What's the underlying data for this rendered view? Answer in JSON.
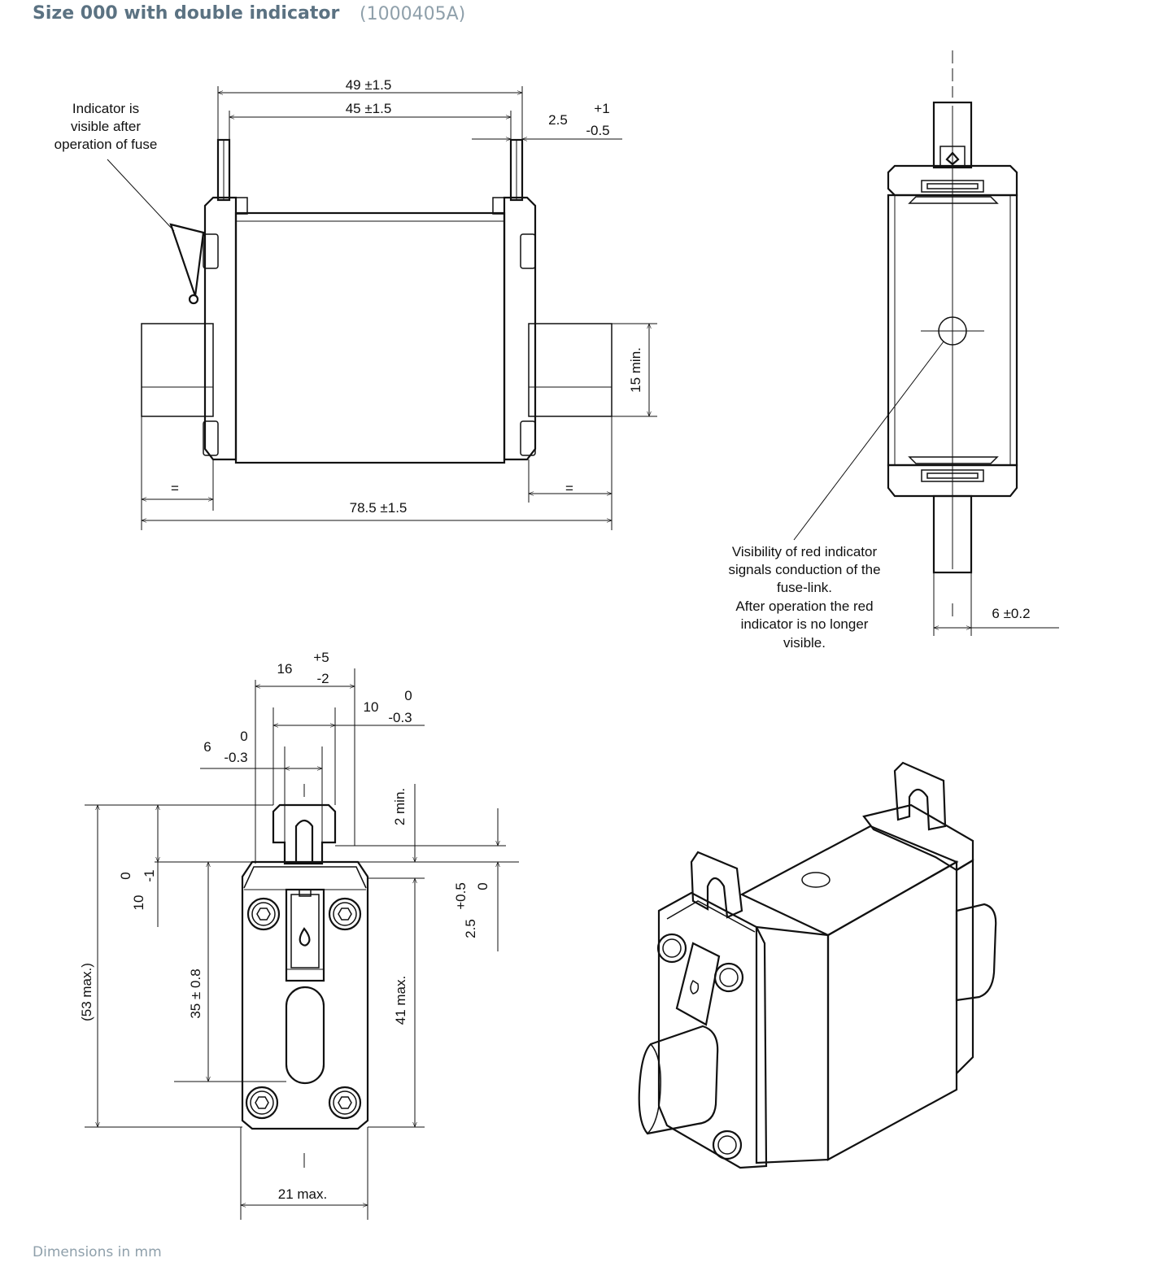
{
  "header": {
    "title": "Size 000 with double indicator",
    "code": "(1000405A)"
  },
  "footer": {
    "note": "Dimensions in mm"
  },
  "front_view": {
    "dim_overall_width": "49 ±1.5",
    "dim_inner_width": "45 ±1.5",
    "dim_tab": "2.5",
    "dim_tab_plus": "+1",
    "dim_tab_minus": "-0.5",
    "dim_blade_height": "15 min.",
    "dim_total_length": "78.5 ±1.5",
    "equal_left": "=",
    "equal_right": "=",
    "indicator_note": [
      "Indicator is",
      "visible after",
      "operation of fuse"
    ]
  },
  "top_view": {
    "dim_blade_thickness": "6 ±0.2",
    "visibility_note": [
      "Visibility of red indicator",
      "signals conduction of the",
      "fuse-link.",
      "After operation the red",
      "indicator is no longer",
      "visible."
    ]
  },
  "side_view": {
    "dim_16": "16",
    "dim_16_plus": "+5",
    "dim_16_minus": "-2",
    "dim_10": "10",
    "dim_10_upper": "0",
    "dim_10_lower": "-0.3",
    "dim_6": "6",
    "dim_6_upper": "0",
    "dim_6_lower": "-0.3",
    "dim_2min": "2 min.",
    "dim_10v": "10",
    "dim_10v_upper": "0",
    "dim_10v_lower": "-1",
    "dim_2_5": "2.5",
    "dim_2_5_upper": "+0.5",
    "dim_2_5_lower": "0",
    "dim_53": "(53 max.)",
    "dim_35": "35 ± 0.8",
    "dim_41": "41 max.",
    "dim_21": "21 max."
  }
}
